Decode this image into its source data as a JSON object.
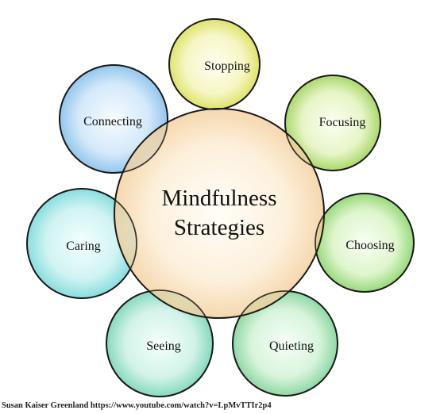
{
  "diagram": {
    "center": {
      "line1": "Mindfulness",
      "line2": "Strategies",
      "color": "#f7dcb0"
    },
    "nodes": [
      {
        "id": "stopping",
        "label": "Stopping",
        "color": "#e8ea7e"
      },
      {
        "id": "focusing",
        "label": "Focusing",
        "color": "#b6e07a"
      },
      {
        "id": "choosing",
        "label": "Choosing",
        "color": "#a6e08a"
      },
      {
        "id": "quieting",
        "label": "Quieting",
        "color": "#9fe0b0"
      },
      {
        "id": "seeing",
        "label": "Seeing",
        "color": "#95e0cc"
      },
      {
        "id": "caring",
        "label": "Caring",
        "color": "#9be6e6"
      },
      {
        "id": "connecting",
        "label": "Connecting",
        "color": "#a7d3f2"
      }
    ]
  },
  "credit": "Susan Kaiser Greenland https://www.youtube.com/watch?v=LpMvTTIr2p4"
}
